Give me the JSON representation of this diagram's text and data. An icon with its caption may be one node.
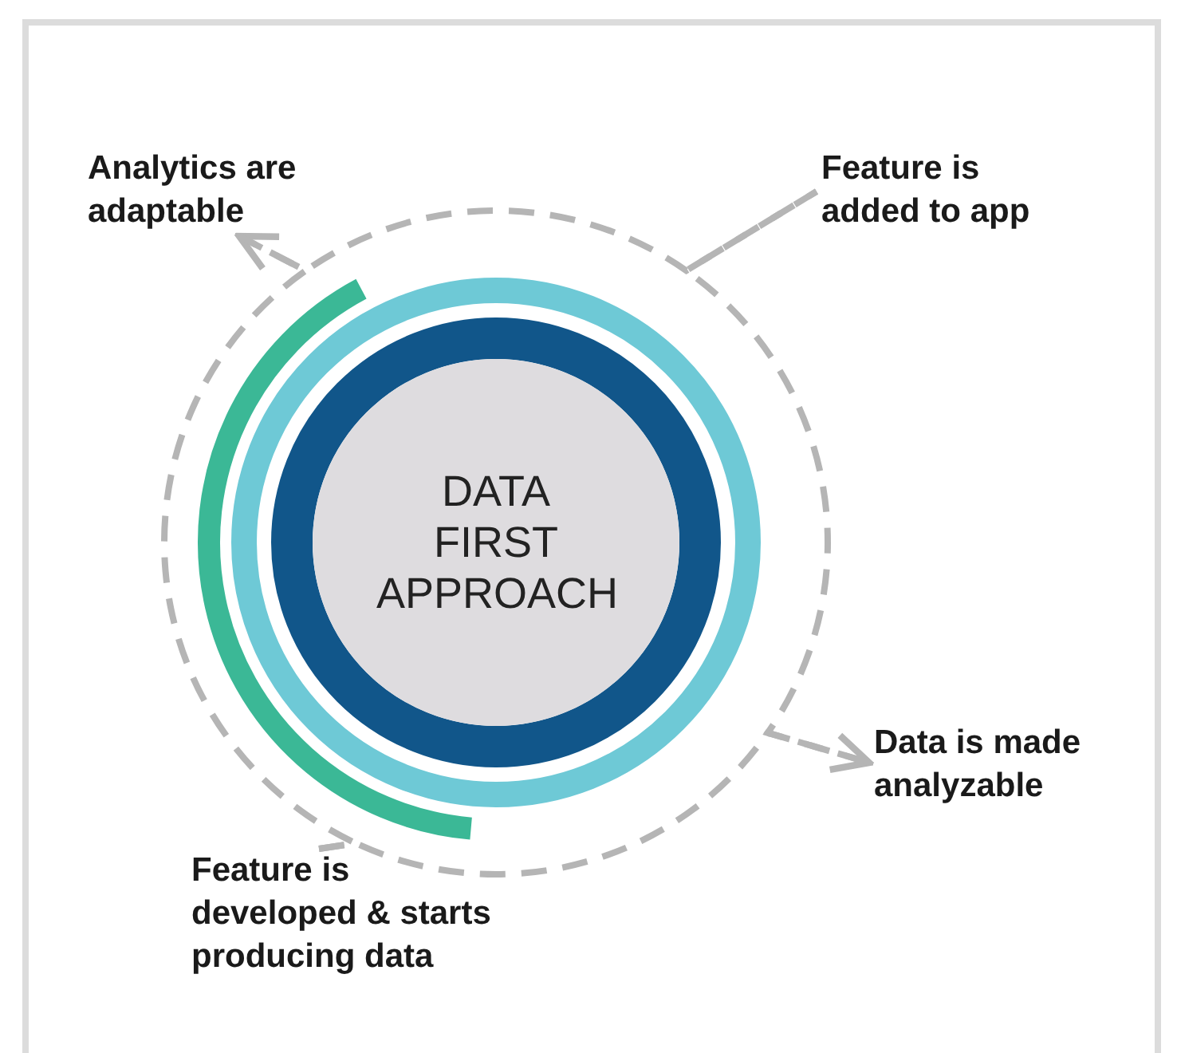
{
  "diagram": {
    "nodes": [
      {
        "text": [
          "Analytics are adaptable"
        ]
      },
      {
        "text": [
          "Feature is added to app"
        ]
      },
      {
        "text": [
          "DATA FIRST APPROACH"
        ]
      },
      {
        "text": [
          "Data is made analyzable"
        ]
      },
      {
        "text": [
          "Feature is developed & starts producing data"
        ]
      }
    ],
    "edges": [
      {
        "from": 1,
        "to": 3,
        "arrow": "to",
        "style": "dashed"
      },
      {
        "from": 3,
        "to": 4,
        "arrow": "none",
        "style": "dashed"
      },
      {
        "from": 4,
        "to": 0,
        "arrow": "to",
        "style": "dashed"
      },
      {
        "from": 0,
        "to": 1,
        "arrow": "none",
        "style": "dashed"
      }
    ]
  }
}
